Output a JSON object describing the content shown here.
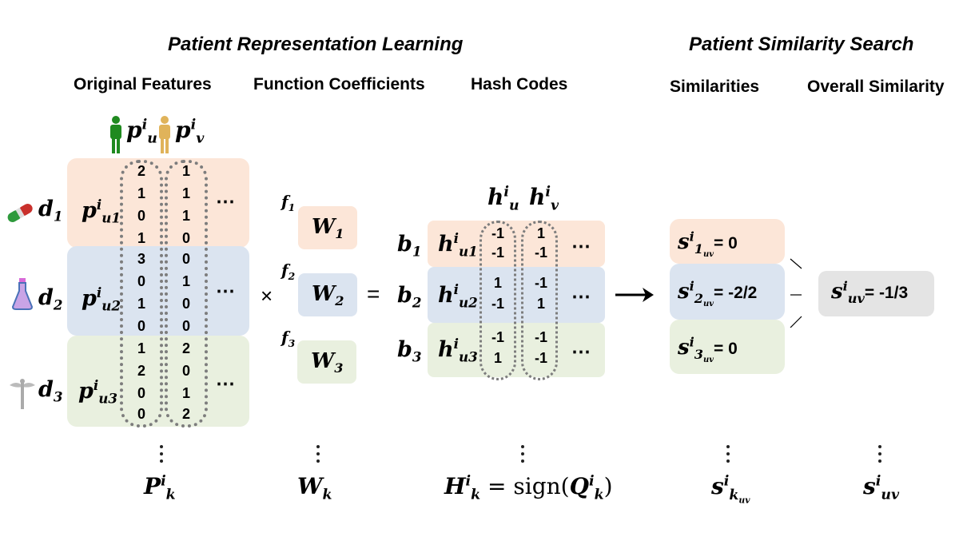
{
  "sections": {
    "learning_title": "Patient Representation Learning",
    "search_title": "Patient Similarity Search"
  },
  "columns": {
    "original_features": "Original Features",
    "function_coefficients": "Function Coefficients",
    "hash_codes": "Hash Codes",
    "similarities": "Similarities",
    "overall_similarity": "Overall Similarity"
  },
  "patients": {
    "u": {
      "base": "p",
      "sub": "u",
      "sup": "i",
      "icon_color": "#1f8a1f"
    },
    "v": {
      "base": "p",
      "sub": "v",
      "sup": "i",
      "icon_color": "#e0b35a"
    }
  },
  "domains": [
    {
      "label": "d",
      "index": "1",
      "icon": "pill-capsule-icon",
      "feature_label_sub": "u1",
      "color": "#fce6d8",
      "u_values": [
        "2",
        "1",
        "0",
        "1"
      ],
      "v_values": [
        "1",
        "1",
        "1",
        "0"
      ],
      "func": "f",
      "func_index": "1",
      "weight": "W",
      "weight_index": "1",
      "hash_label": "b",
      "hash_index": "1",
      "hash_feature_sub": "u1",
      "hu": [
        "-1",
        "-1"
      ],
      "hv": [
        "1",
        "-1"
      ],
      "sim_index": "1",
      "sim_value": "= 0"
    },
    {
      "label": "d",
      "index": "2",
      "icon": "lab-flask-icon",
      "feature_label_sub": "u2",
      "color": "#dbe4f0",
      "u_values": [
        "3",
        "0",
        "1",
        "0"
      ],
      "v_values": [
        "0",
        "1",
        "0",
        "0"
      ],
      "func": "f",
      "func_index": "2",
      "weight": "W",
      "weight_index": "2",
      "hash_label": "b",
      "hash_index": "2",
      "hash_feature_sub": "u2",
      "hu": [
        "1",
        "-1"
      ],
      "hv": [
        "-1",
        "1"
      ],
      "sim_index": "2",
      "sim_value": "= -2/2"
    },
    {
      "label": "d",
      "index": "3",
      "icon": "caduceus-icon",
      "feature_label_sub": "u3",
      "color": "#e9f0df",
      "u_values": [
        "1",
        "2",
        "0",
        "0"
      ],
      "v_values": [
        "2",
        "0",
        "1",
        "2"
      ],
      "func": "f",
      "func_index": "3",
      "weight": "W",
      "weight_index": "3",
      "hash_label": "b",
      "hash_index": "3",
      "hash_feature_sub": "u3",
      "hu": [
        "-1",
        "1"
      ],
      "hv": [
        "-1",
        "-1"
      ],
      "sim_index": "3",
      "sim_value": "= 0"
    }
  ],
  "hash_headers": {
    "u": "u",
    "v": "v",
    "base": "h",
    "sup": "i"
  },
  "ellipsis": "⋯",
  "operators": {
    "times": "×",
    "equals": "=",
    "arrow": "⟶"
  },
  "overall": {
    "base": "s",
    "sup": "i",
    "sub": "uv",
    "value": "= -1/3"
  },
  "bottom": {
    "P": {
      "base": "P",
      "sup": "i",
      "sub": "k"
    },
    "W": {
      "base": "W",
      "sub": "k"
    },
    "H": {
      "base": "H",
      "sup": "i",
      "sub": "k",
      "rest": " = sign(",
      "Q": "Q",
      "close": ")"
    },
    "S": {
      "base": "s",
      "sup": "i",
      "sub": "k",
      "subsub": "uv"
    },
    "Soverall": {
      "base": "s",
      "sup": "i",
      "sub": "uv"
    }
  }
}
